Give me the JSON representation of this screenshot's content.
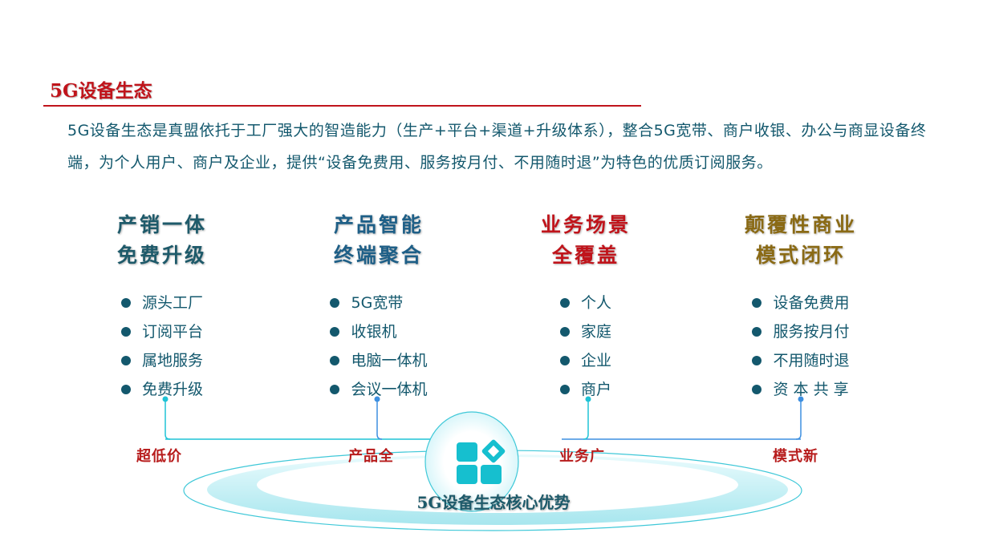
{
  "header": {
    "title": "5G设备生态"
  },
  "intro": {
    "text": "5G设备生态是真盟依托于工厂强大的智造能力（生产+平台+渠道+升级体系），整合5G宽带、商户收银、办公与商显设备终端，为个人用户、商户及企业，提供“设备免费用、服务按月付、不用随时退”为特色的优质订阅服务。"
  },
  "columns": [
    {
      "heading_line1": "产销一体",
      "heading_line2": "免费升级",
      "heading_color": "#1e5a6a",
      "items": [
        "源头工厂",
        "订阅平台",
        "属地服务",
        "免费升级"
      ],
      "tag": "超低价"
    },
    {
      "heading_line1": "产品智能",
      "heading_line2": "终端聚合",
      "heading_color": "#1e5f87",
      "items": [
        "5G宽带",
        "收银机",
        "电脑一体机",
        "会议一体机"
      ],
      "tag": "产品全"
    },
    {
      "heading_line1": "业务场景",
      "heading_line2": "全覆盖",
      "heading_color": "#c0141b",
      "items": [
        "个人",
        "家庭",
        "企业",
        "商户"
      ],
      "tag": "业务广"
    },
    {
      "heading_line1": "颠覆性商业",
      "heading_line2": "模式闭环",
      "heading_color": "#8a6a15",
      "items": [
        "设备免费用",
        "服务按月付",
        "不用随时退",
        "资 本 共 享"
      ],
      "tag": "模式新"
    }
  ],
  "core": {
    "label": "5G设备生态核心优势",
    "icon": "grid-apps-icon"
  },
  "colors": {
    "accent_red": "#c0141b",
    "text_teal": "#13586d",
    "connector_cyan": "#1fc3d6",
    "connector_blue": "#3d8fe0"
  }
}
